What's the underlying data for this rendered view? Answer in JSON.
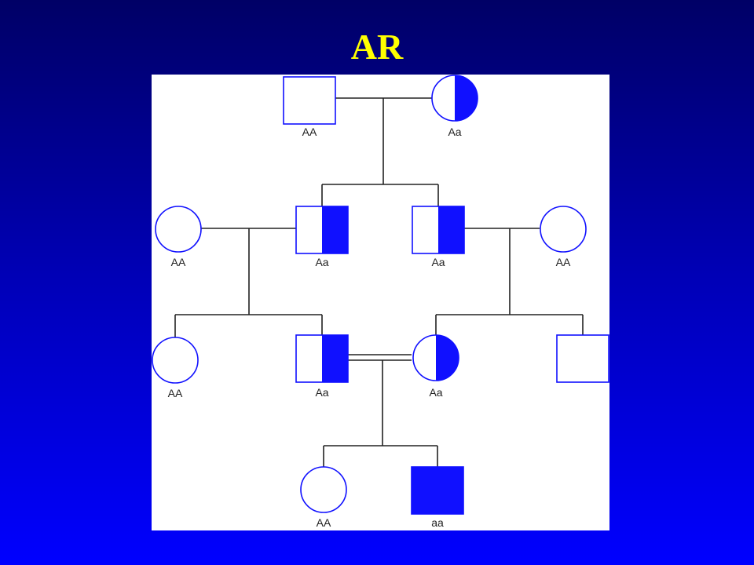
{
  "title": "AR",
  "colors": {
    "background_top": "#000066",
    "background_bottom": "#0000ff",
    "title": "#ffff00",
    "affected": "#1010ff",
    "line": "#222222"
  },
  "pedigree": {
    "gen1_father": {
      "genotype": "AA"
    },
    "gen1_mother": {
      "genotype": "Aa"
    },
    "gen2_left_spouse": {
      "genotype": "AA"
    },
    "gen2_son_left": {
      "genotype": "Aa"
    },
    "gen2_son_right": {
      "genotype": "Aa"
    },
    "gen2_right_spouse": {
      "genotype": "AA"
    },
    "gen3_left_daughter": {
      "genotype": "AA"
    },
    "gen3_son": {
      "genotype": "Aa"
    },
    "gen3_daughter": {
      "genotype": "Aa"
    },
    "gen3_right_son": {
      "genotype": ""
    },
    "gen4_daughter": {
      "genotype": "AA"
    },
    "gen4_son": {
      "genotype": "aa"
    }
  }
}
